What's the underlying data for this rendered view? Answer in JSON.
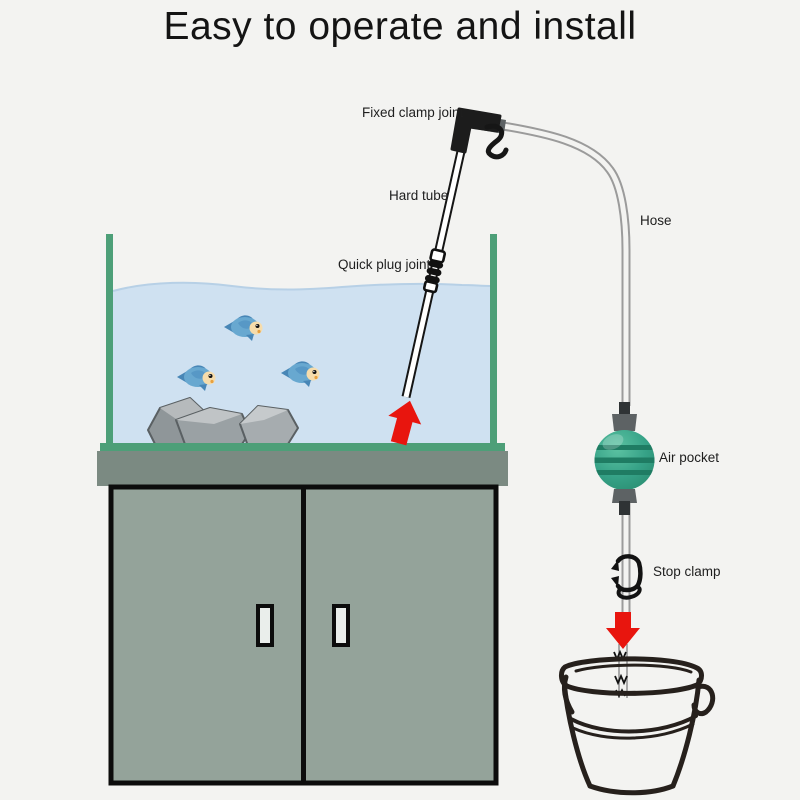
{
  "title": "Easy to operate and install",
  "labels": {
    "fixed_clamp_joint": "Fixed clamp joint",
    "hard_tube": "Hard tube",
    "quick_plug_joint": "Quick plug joint",
    "hose": "Hose",
    "air_pocket": "Air pocket",
    "stop_clamp": "Stop clamp"
  },
  "scene": {
    "description": "Aquarium siphon pump installation diagram",
    "fish_count": 3,
    "parts": [
      "fish-tank",
      "water",
      "fish",
      "rocks",
      "cabinet",
      "hard-tube",
      "quick-plug-joint",
      "fixed-clamp-joint",
      "hose",
      "air-pocket",
      "stop-clamp",
      "flow-arrow-up",
      "flow-arrow-down",
      "bucket",
      "water-droplets"
    ]
  },
  "colors": {
    "background": "#f3f3f1",
    "title_text": "#141414",
    "label_text": "#1e1e1e",
    "water": "#cfe1f1",
    "water_edge": "#b7d0e6",
    "tank_frame_green": "#4d9f78",
    "tank_base_gray": "#7b8a82",
    "cabinet_door": "#94a39a",
    "cabinet_outline": "#0c0c0c",
    "handle_fill": "#eaeeeb",
    "rock_gray": "#9aa1a4",
    "rock_light": "#c0c4c6",
    "rock_outline": "#5a6063",
    "fish_blue": "#68a8d0",
    "fish_fin": "#4886b6",
    "fish_face": "#f6dcab",
    "tube_black": "#151515",
    "hose_gray": "#9b9b9b",
    "air_pocket_green": "#36a287",
    "air_pocket_stripe": "#1f7c63",
    "connector_gray": "#5d6264",
    "connector_dark": "#2f3335",
    "arrow_red": "#e8150e",
    "bucket_ink": "#26201c"
  }
}
